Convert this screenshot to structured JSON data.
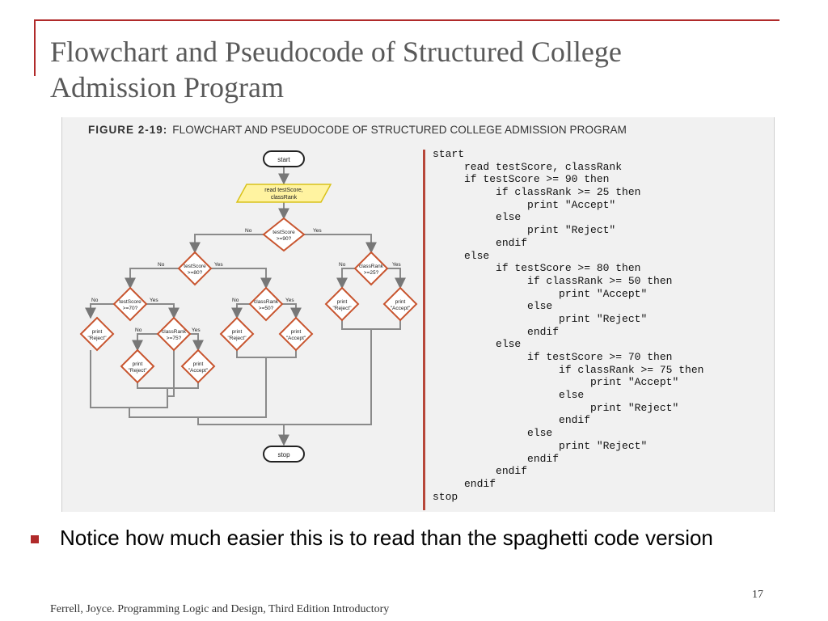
{
  "slide": {
    "title_line1": "Flowchart and Pseudocode of Structured College",
    "title_line2": "Admission Program",
    "bullet": "Notice how much easier this is to read than the spaghetti code version",
    "page_number": "17",
    "footer": "Ferrell, Joyce. Programming Logic and Design, Third Edition Introductory"
  },
  "figure": {
    "label": "FIGURE 2-19:",
    "caption": "FLOWCHART AND PSEUDOCODE OF STRUCTURED COLLEGE ADMISSION PROGRAM"
  },
  "flowchart": {
    "start": "start",
    "stop": "stop",
    "read_line1": "read testScore,",
    "read_line2": "classRank",
    "d90_line1": "testScore",
    "d90_line2": ">=90?",
    "d80_line1": "testScore",
    "d80_line2": ">=80?",
    "d70_line1": "testScore",
    "d70_line2": ">=70?",
    "d25_line1": "classRank",
    "d25_line2": ">=25?",
    "d50_line1": "classRank",
    "d50_line2": ">=50?",
    "d75_line1": "classRank",
    "d75_line2": ">=75?",
    "print_line1": "print",
    "reject": "\"Reject\"",
    "accept": "\"Accept\"",
    "no": "No",
    "yes": "Yes"
  },
  "pseudocode": [
    "start",
    "     read testScore, classRank",
    "     if testScore >= 90 then",
    "          if classRank >= 25 then",
    "               print \"Accept\"",
    "          else",
    "               print \"Reject\"",
    "          endif",
    "     else",
    "          if testScore >= 80 then",
    "               if classRank >= 50 then",
    "                    print \"Accept\"",
    "               else",
    "                    print \"Reject\"",
    "               endif",
    "          else",
    "               if testScore >= 70 then",
    "                    if classRank >= 75 then",
    "                         print \"Accept\"",
    "                    else",
    "                         print \"Reject\"",
    "                    endif",
    "               else",
    "                    print \"Reject\"",
    "               endif",
    "          endif",
    "     endif",
    "stop"
  ]
}
